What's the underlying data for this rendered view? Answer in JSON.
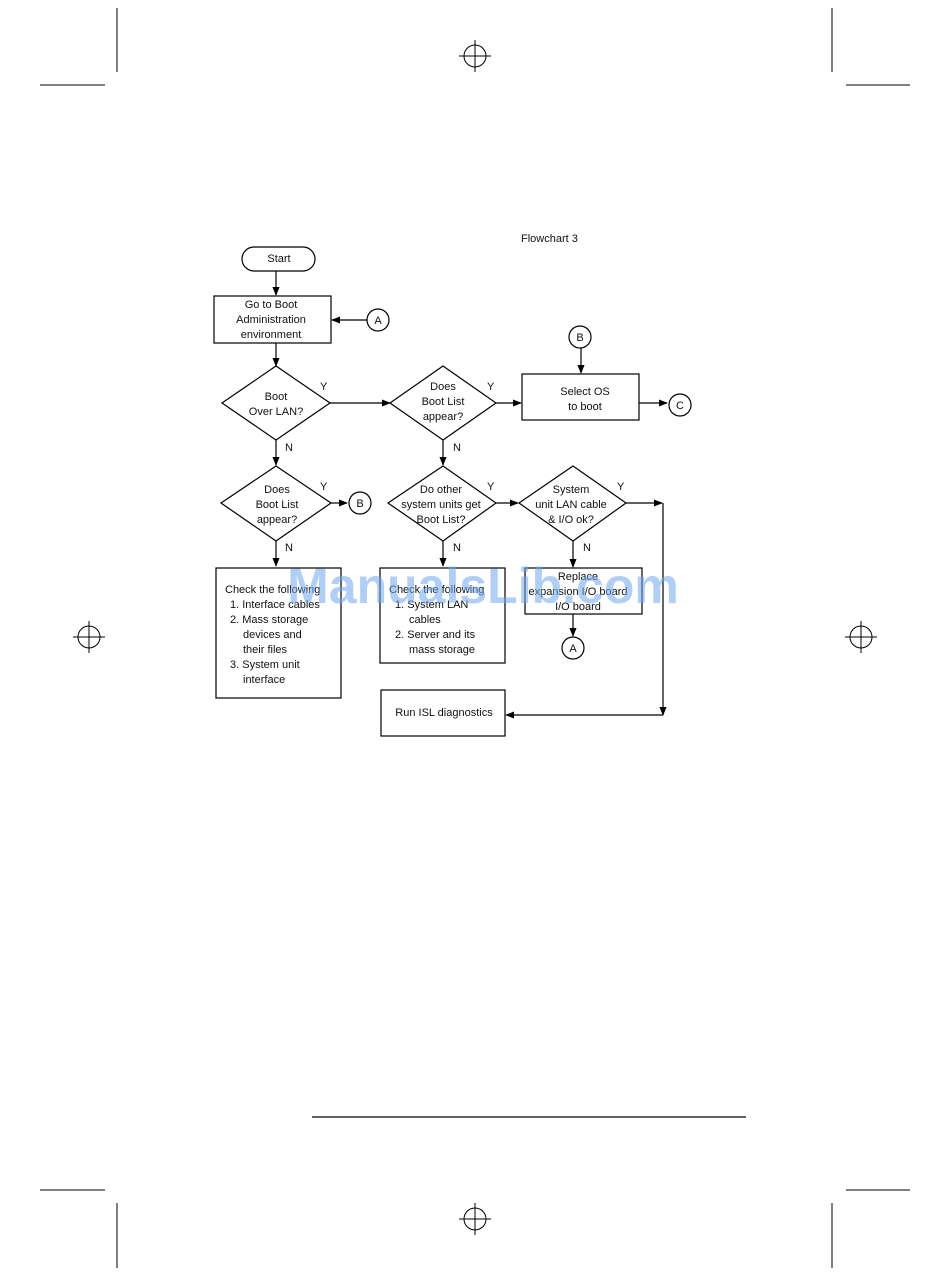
{
  "page": {
    "caption": "Flowchart 3",
    "watermark": "ManualsLib.com"
  },
  "nodes": {
    "start": "Start",
    "boot_admin": [
      "Go to Boot",
      "Administration",
      "environment"
    ],
    "boot_over_lan": [
      "Boot",
      "Over LAN?"
    ],
    "boot_list_1": [
      "Does",
      "Boot List",
      "appear?"
    ],
    "select_os": [
      "Select OS",
      "to boot"
    ],
    "boot_list_2": [
      "Does",
      "Boot List",
      "appear?"
    ],
    "other_units": [
      "Do other",
      "system units get",
      "Boot List?"
    ],
    "lan_cable_ok": [
      "System",
      "unit LAN cable",
      "& I/O ok?"
    ],
    "check_following_1": [
      "Check the following",
      "1. Interface cables",
      "2. Mass storage",
      "devices and",
      "their files",
      "3. System unit",
      "interface"
    ],
    "check_following_2": [
      "Check the following",
      "1. System LAN",
      "cables",
      "2. Server and its",
      "mass storage"
    ],
    "replace_board": [
      "Replace",
      "expansion I/O board",
      "I/O board"
    ],
    "run_isl": "Run ISL diagnostics"
  },
  "connectors": {
    "a1": "A",
    "a2": "A",
    "b1": "B",
    "b2": "B",
    "c": "C"
  },
  "branch_labels": {
    "yes": "Y",
    "no": "N"
  }
}
